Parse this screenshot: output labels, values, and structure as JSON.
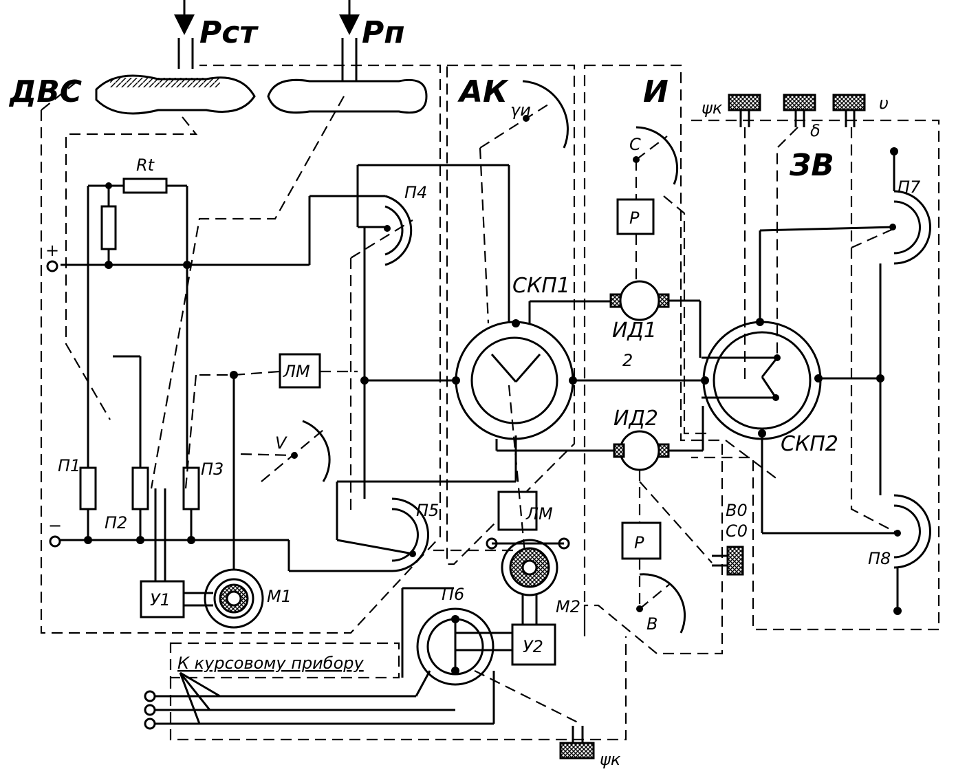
{
  "blocks": {
    "dvs": "ДВС",
    "ak": "АК",
    "i": "И",
    "zv": "ЗВ"
  },
  "inputs": {
    "p_st": "Pст",
    "p_n": "Pп"
  },
  "components": {
    "rt": "Rt",
    "p1": "П1",
    "p2": "П2",
    "p3": "П3",
    "p4": "П4",
    "p5": "П5",
    "p6": "П6",
    "p7": "П7",
    "p8": "П8",
    "lm_top": "ЛМ",
    "lm_bottom": "ЛМ",
    "u1": "У1",
    "u2": "У2",
    "m1": "М1",
    "m2": "М2",
    "skp1": "СКП1",
    "skp2": "СКП2",
    "id1": "ИД1",
    "id2": "ИД2",
    "id1_sub": "2",
    "r_top": "Р",
    "r_bottom": "Р"
  },
  "scales": {
    "gamma_u": "γи",
    "c": "С",
    "v": "V",
    "b": "В"
  },
  "setters": {
    "psi_k_top": "ψк",
    "delta": "δ",
    "nu": "υ",
    "b0": "В0",
    "c0": "С0",
    "psi_k_bottom": "ψк"
  },
  "terminals": {
    "plus": "+",
    "minus": "−"
  },
  "caption": "К курсовому прибору"
}
